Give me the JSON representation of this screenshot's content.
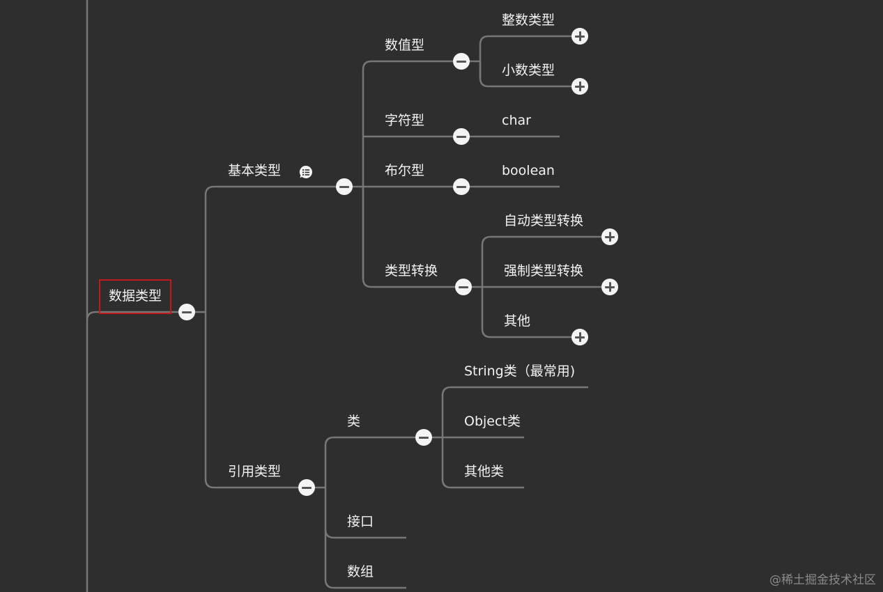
{
  "root": {
    "label": "数据类型",
    "highlight_color": "#c01a1a"
  },
  "branches": {
    "basic": {
      "label": "基本类型",
      "numeric": {
        "label": "数值型",
        "integer": "整数类型",
        "decimal": "小数类型"
      },
      "character": {
        "label": "字符型",
        "value": "char"
      },
      "boolean": {
        "label": "布尔型",
        "value": "boolean"
      },
      "conversion": {
        "label": "类型转换",
        "auto": "自动类型转换",
        "forced": "强制类型转换",
        "other": "其他"
      }
    },
    "reference": {
      "label": "引用类型",
      "class": {
        "label": "类",
        "string": "String类（最常用)",
        "object": "Object类",
        "other": "其他类"
      },
      "interface": "接口",
      "array": "数组"
    }
  },
  "icons": {
    "collapse": "minus-circle-icon",
    "expand": "plus-circle-icon",
    "note": "note-icon"
  },
  "colors": {
    "background": "#2e2e2e",
    "connector": "#777777",
    "text": "#f2f2f2",
    "toggle_fill": "#f4f4f4"
  },
  "watermark": "@稀土掘金技术社区"
}
